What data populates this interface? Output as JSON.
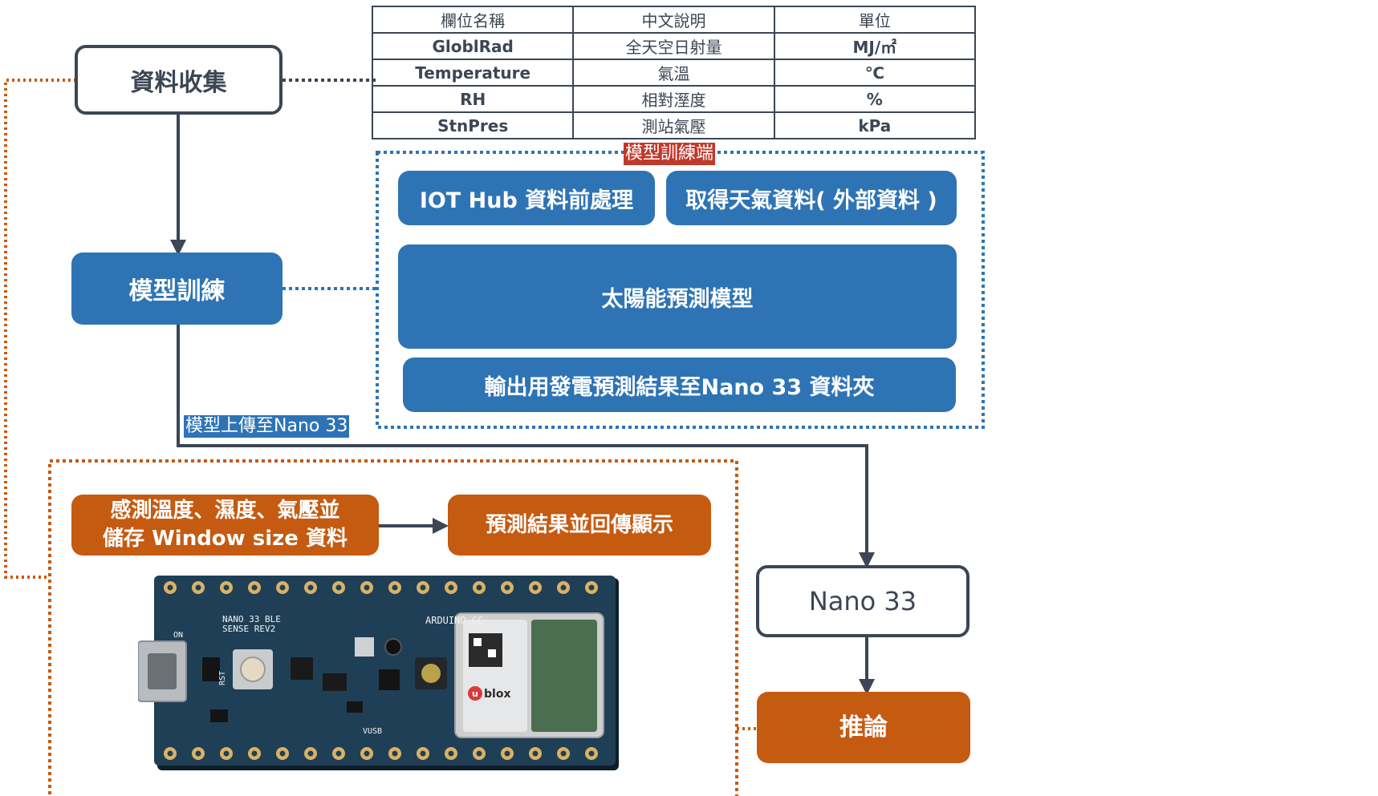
{
  "table": {
    "headers": [
      "欄位名稱",
      "中文說明",
      "單位"
    ],
    "rows": [
      [
        "GloblRad",
        "全天空日射量",
        "MJ/㎡"
      ],
      [
        "Temperature",
        "氣溫",
        "℃"
      ],
      [
        "RH",
        "相對溼度",
        "%"
      ],
      [
        "StnPres",
        "測站氣壓",
        "kPa"
      ]
    ]
  },
  "nodes": {
    "data_collection": "資料收集",
    "model_training": "模型訓練",
    "nano33": "Nano 33",
    "inference": "推論"
  },
  "training_side": {
    "tag": "模型訓練端",
    "iot_hub": "IOT Hub 資料前處理",
    "weather": "取得天氣資料( 外部資料 )",
    "solar_model": "太陽能預測模型",
    "output": "輸出用發電預測結果至Nano 33 資料夾"
  },
  "upload_label": "模型上傳至Nano 33",
  "device_side": {
    "sense_line1": "感測溫度、濕度、氣壓並",
    "sense_line2": "儲存 Window size 資料",
    "predict": "預測結果並回傳顯示"
  },
  "board": {
    "silk_name_1": "NANO 33 BLE",
    "silk_name_2": "SENSE REV2",
    "silk_brand": "ARDUINO.CC",
    "silk_on": "ON",
    "silk_rst": "RST",
    "silk_vusb": "VUSB",
    "module_brand": "blox",
    "module_brand_u": "u"
  },
  "colors": {
    "dark": "#3c4654",
    "blue": "#2e74b5",
    "orange": "#c55a11",
    "red_tag": "#c0392b"
  }
}
